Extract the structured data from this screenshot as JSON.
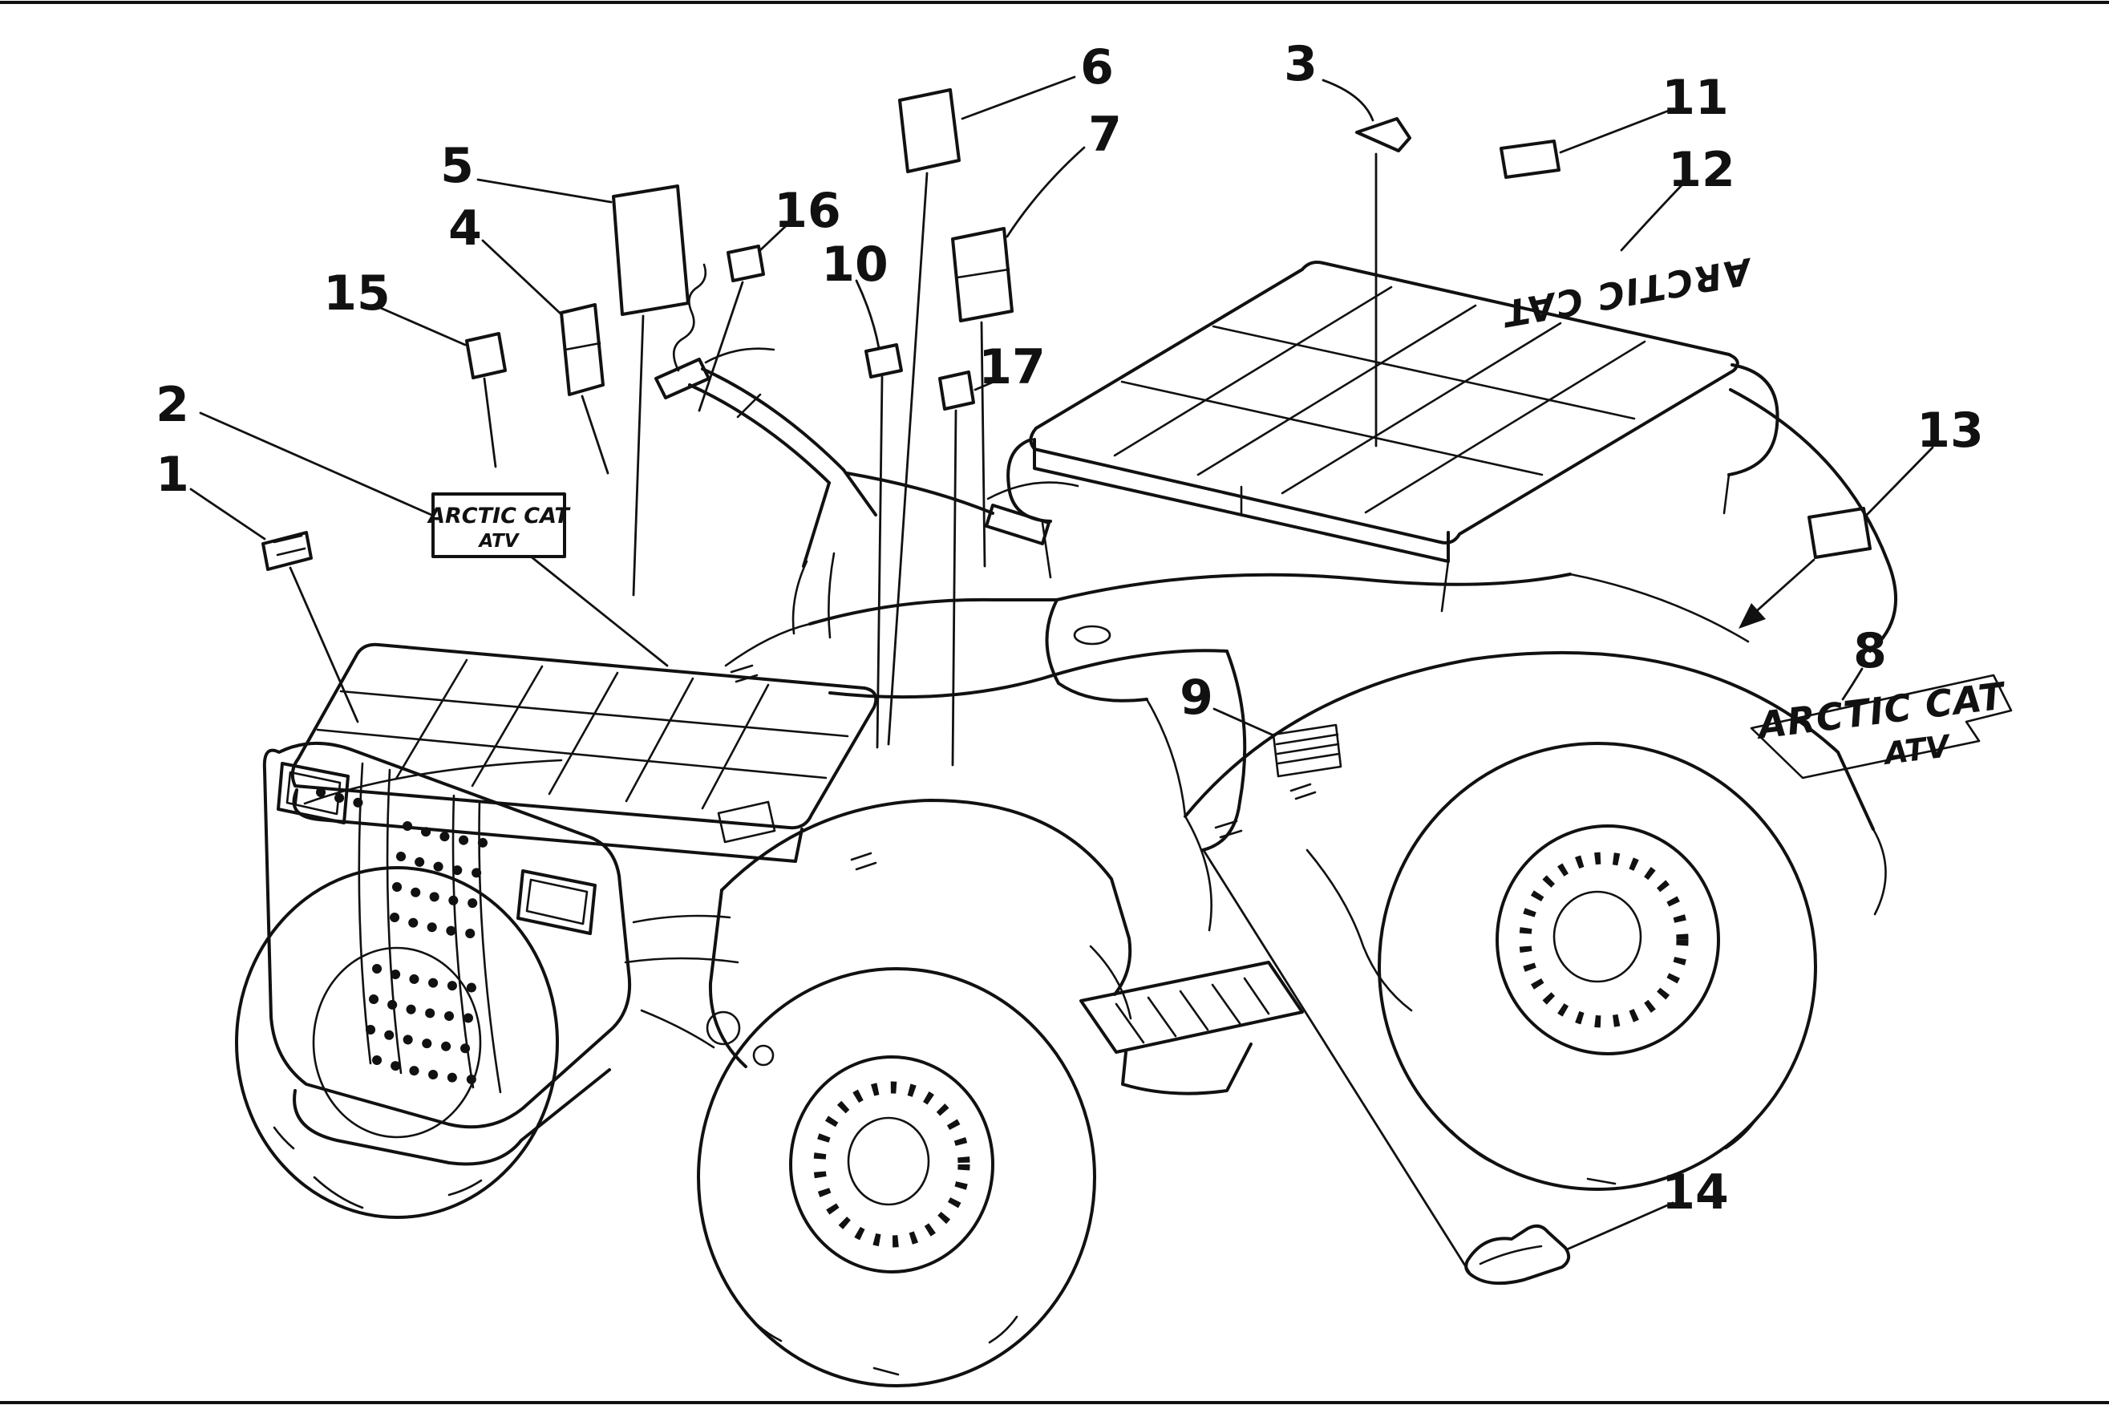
{
  "figure": {
    "background_color": "#ffffff",
    "ink_color": "#111111",
    "callouts": {
      "c1": "1",
      "c2": "2",
      "c3": "3",
      "c4": "4",
      "c5": "5",
      "c6": "6",
      "c7": "7",
      "c8": "8",
      "c9": "9",
      "c10": "10",
      "c11": "11",
      "c12": "12",
      "c13": "13",
      "c14": "14",
      "c15": "15",
      "c16": "16",
      "c17": "17"
    },
    "decals": {
      "tank_box": {
        "line1": "ARCTIC CAT",
        "line2": "ATV"
      },
      "rear_fender_logo": {
        "line1": "ARCTIC CAT",
        "line2": "ATV"
      },
      "rack_reversed_text": "ARCTIC CAT"
    }
  }
}
